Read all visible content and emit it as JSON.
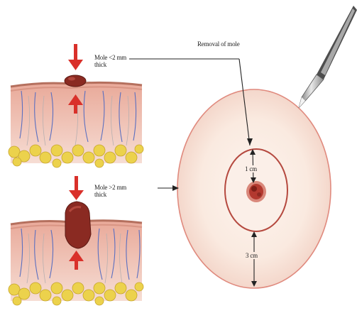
{
  "labels": {
    "mole_thin_line1": "Mole <2 mm",
    "mole_thin_line2": "thick",
    "mole_thick_line1": "Mole >2 mm",
    "mole_thick_line2": "thick",
    "removal": "Removal of mole",
    "inner_margin": "1 cm",
    "outer_margin": "3 cm"
  },
  "colors": {
    "arrow_red": "#d9302a",
    "skin_pink": "#f1c6b9",
    "epidermis": "#c98a78",
    "fat_yellow": "#ecd24c",
    "mole_dark": "#8a2a22",
    "circle_red": "#e08a7e",
    "leader_line": "#222222"
  }
}
